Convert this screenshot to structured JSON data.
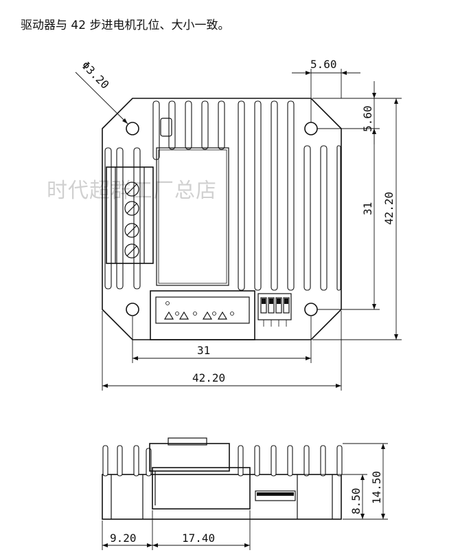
{
  "caption": "驱动器与 42 步进电机孔位、大小一致。",
  "watermark": "时代超群工厂总店",
  "top_view": {
    "hole_diameter": "Φ3.20",
    "hole_offset_h": "5.60",
    "hole_offset_v": "5.60",
    "height_total": "42.20",
    "hole_spacing_v": "31",
    "hole_spacing_h": "31",
    "width_total": "42.20"
  },
  "side_view": {
    "height_total": "14.50",
    "height_base": "8.50",
    "offset_left": "9.20",
    "connector_width": "17.40"
  }
}
